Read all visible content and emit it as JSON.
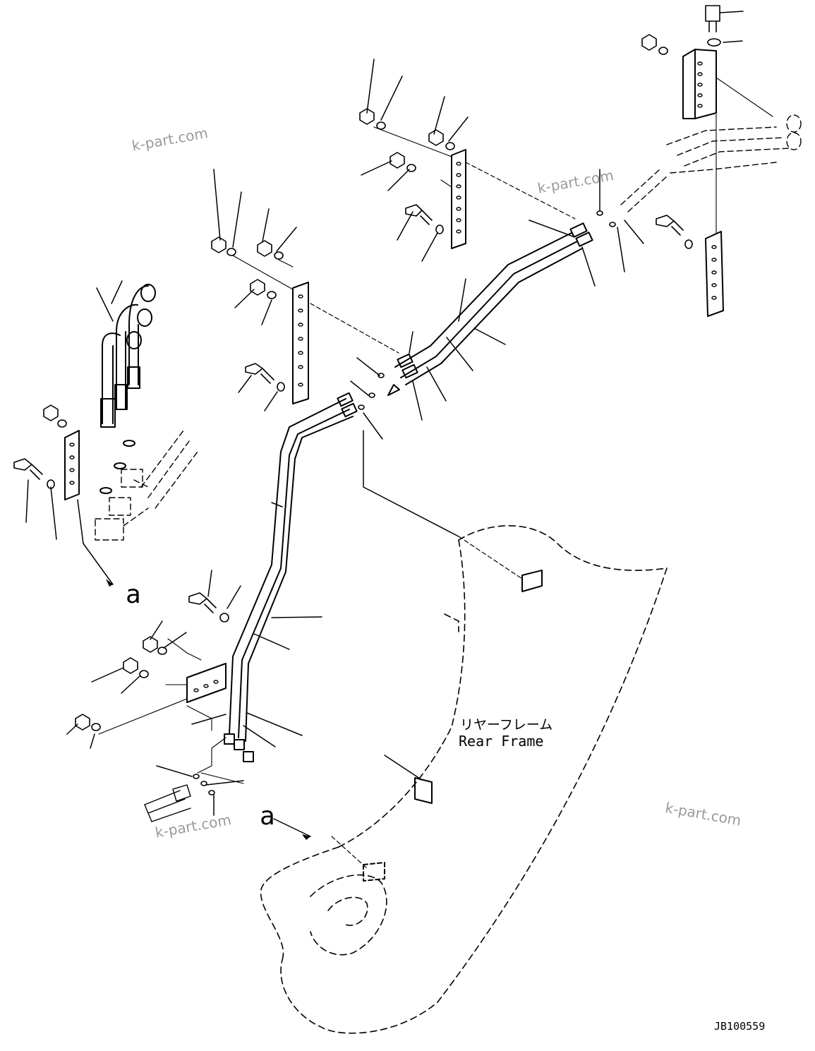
{
  "watermark": "k-part.com",
  "view_label": "a",
  "frame_label": {
    "jp": "リヤーフレーム",
    "en": "Rear Frame"
  },
  "drawing_code": "JB100559"
}
